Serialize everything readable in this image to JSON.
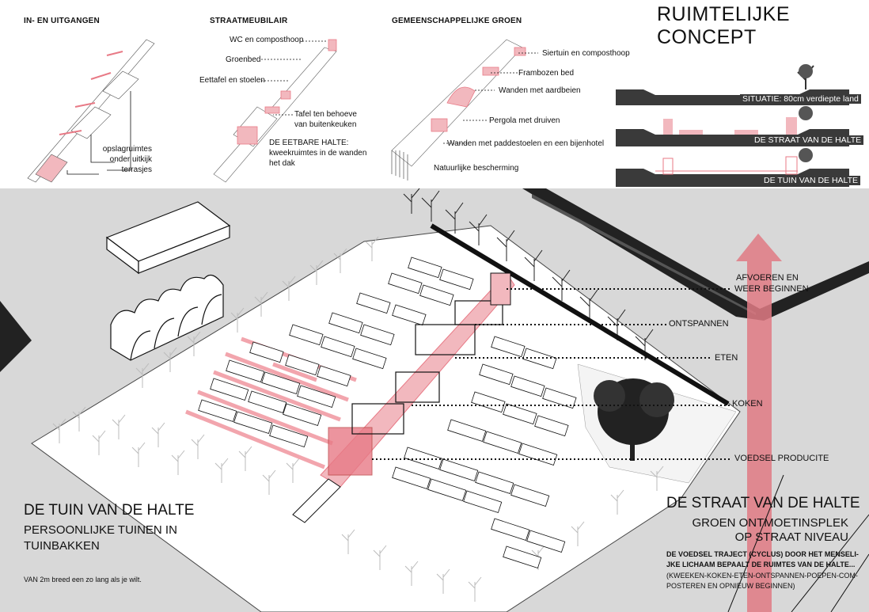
{
  "page": {
    "title": "RUIMTELIJKE CONCEPT"
  },
  "panels": {
    "entrances": {
      "header": "IN- EN UITGANGEN",
      "label_lines": [
        "opslagruimtes",
        "onder uitkijk",
        "terrasjes"
      ]
    },
    "furniture": {
      "header": "STRAATMEUBILAIR",
      "labels": {
        "wc": "WC en composthoop",
        "groenbed": "Groenbed",
        "eettafel": "Eettafel en stoelen",
        "tafel1": "Tafel ten behoeve",
        "tafel2": "van buitenkeuken",
        "halte1": "DE EETBARE HALTE:",
        "halte2": "kweekruimtes in de wanden",
        "halte3": "het dak"
      }
    },
    "green": {
      "header": "GEMEENSCHAPPELIJKE GROEN",
      "labels": {
        "siertuin": "Siertuin en composthoop",
        "frambozen": "Frambozen bed",
        "wanden": "Wanden met aardbeien",
        "pergola": "Pergola met druiven",
        "paddestoelen": "Wanden met paddestoelen en een bijenhotel",
        "natuur": "Natuurlijke bescherming"
      }
    },
    "sections": [
      {
        "label": "SITUATIE: 80cm verdiepte land"
      },
      {
        "label": "DE STRAAT VAN DE HALTE"
      },
      {
        "label": "DE TUIN VAN DE HALTE"
      }
    ]
  },
  "main": {
    "cycle_labels": {
      "afvoeren1": "AFVOEREN EN",
      "afvoeren2": "WEER BEGINNEN",
      "ontspannen": "ONTSPANNEN",
      "eten": "ETEN",
      "koken": "KOKEN",
      "voedsel": "VOEDSEL PRODUCITE"
    },
    "left_block": {
      "title": "DE TUIN VAN DE HALTE",
      "subtitle1": "PERSOONLIJKE TUINEN IN",
      "subtitle2": "TUINBAKKEN",
      "note": "VAN 2m breed een zo lang als je wilt."
    },
    "right_block": {
      "title": "DE STRAAT VAN DE HALTE",
      "subtitle1": "GROEN ONTMOETINSPLEK",
      "subtitle2": "OP STRAAT NIVEAU",
      "bold1": "DE VOEDSEL TRAJECT (CYCLUS) DOOR HET MENSELI-",
      "bold2": "JKE LICHAAM BEPAALT DE RUIMTES VAN DE HALTE...",
      "small1": "(KWEEKEN-KOKEN-ETEN-ONTSPANNEN-POEPEN-COM-",
      "small2": "POSTEREN EN OPNIEUW BEGINNEN)"
    }
  },
  "colors": {
    "accent": "#e87a86",
    "accent_fill": "#f2b8be",
    "ground": "#d8d8d8",
    "dark": "#3a3a3a"
  }
}
